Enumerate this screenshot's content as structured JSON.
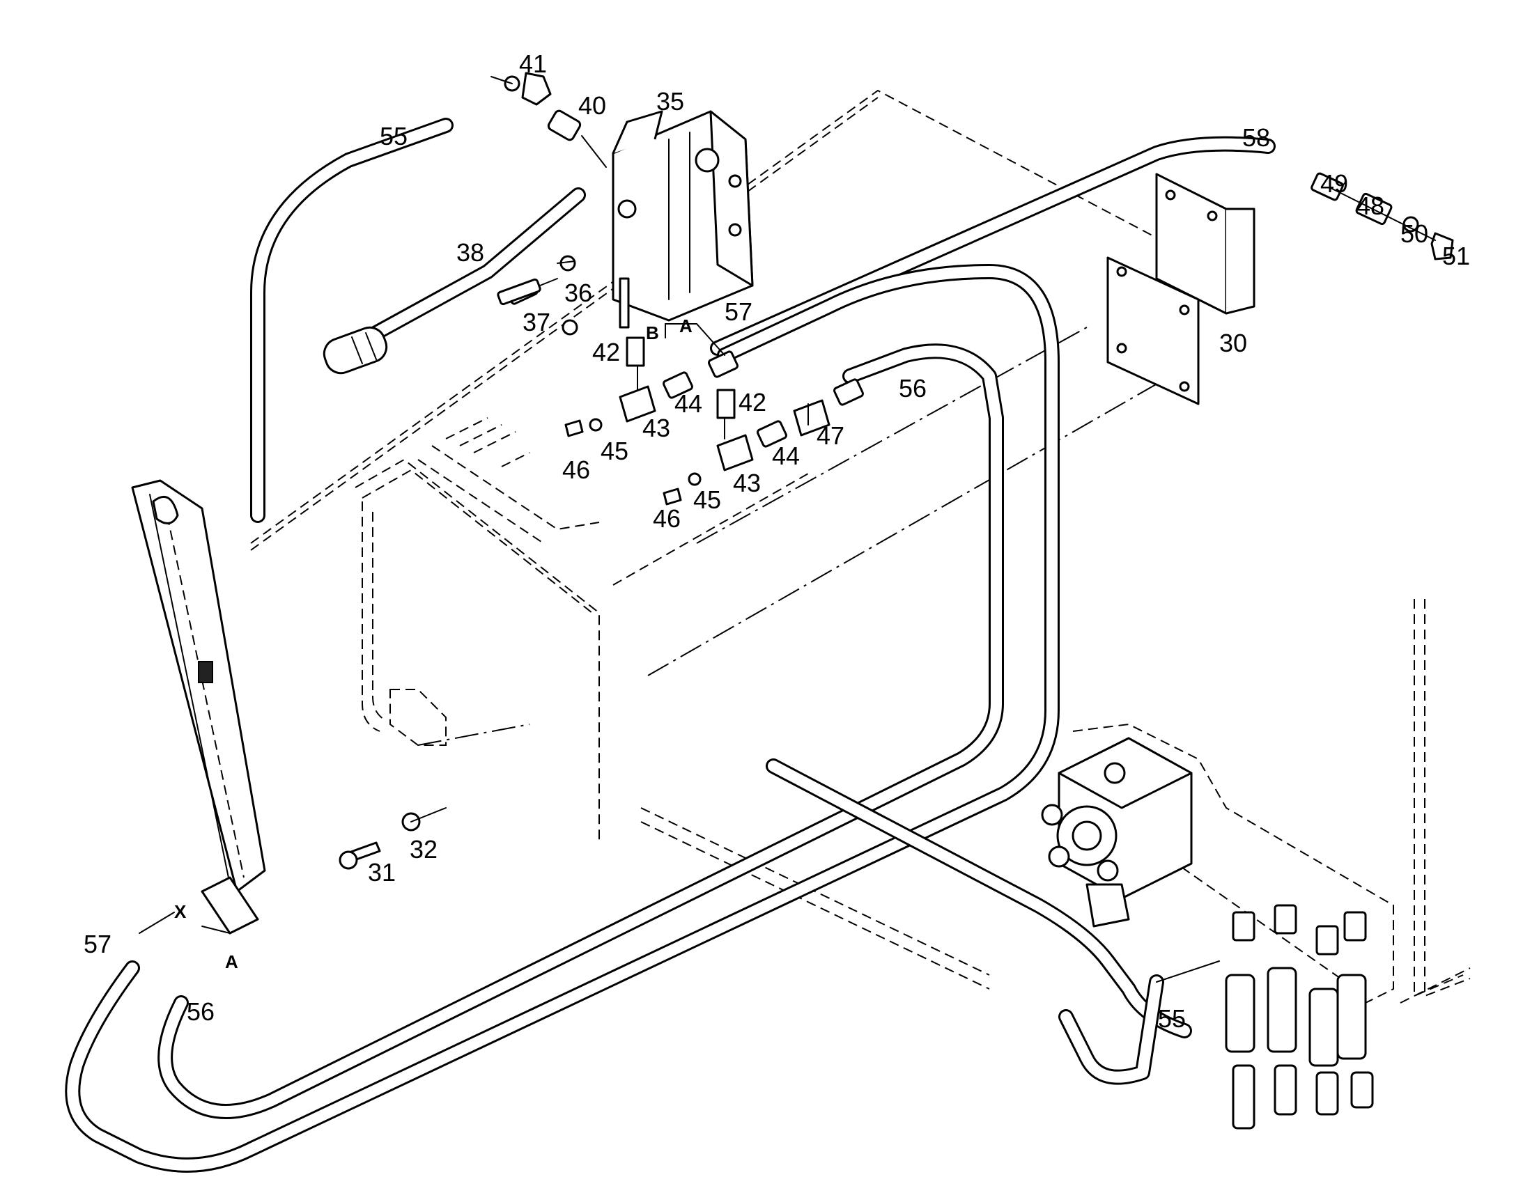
{
  "diagram": {
    "callouts": {
      "c30": "30",
      "c31": "31",
      "c32": "32",
      "c35": "35",
      "c36": "36",
      "c37": "37",
      "c38": "38",
      "c40": "40",
      "c41": "41",
      "c42a": "42",
      "c42b": "42",
      "c43a": "43",
      "c43b": "43",
      "c44a": "44",
      "c44b": "44",
      "c45a": "45",
      "c45b": "45",
      "c46a": "46",
      "c46b": "46",
      "c47": "47",
      "c48": "48",
      "c49": "49",
      "c50": "50",
      "c51": "51",
      "c55a": "55",
      "c55b": "55",
      "c56a": "56",
      "c56b": "56",
      "c57a": "57",
      "c57b": "57",
      "c58": "58"
    },
    "port_markers": {
      "valve_a": "A",
      "valve_b": "B",
      "cylinder_x": "X",
      "cylinder_a": "A"
    }
  }
}
